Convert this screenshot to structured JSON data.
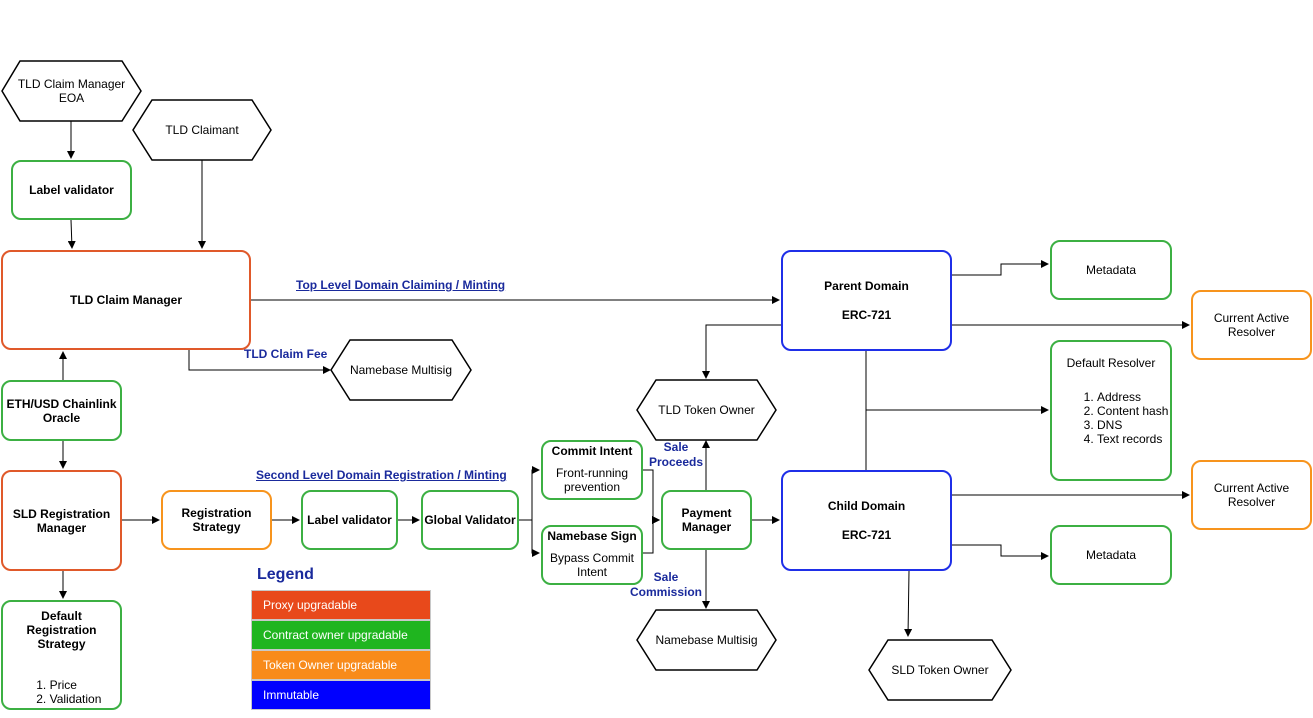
{
  "nodes": {
    "claim_eoa": "TLD Claim Manager\nEOA",
    "claimant": "TLD Claimant",
    "label_validator_top": "Label validator",
    "tld_claim_manager": "TLD Claim Manager",
    "oracle": "ETH/USD Chainlink\nOracle",
    "sld_registration_manager": "SLD Registration\nManager",
    "default_strategy_title": "Default\nRegistration\nStrategy",
    "default_strategy_items": [
      "Price",
      "Validation"
    ],
    "registration_strategy": "Registration\nStrategy",
    "label_validator": "Label validator",
    "global_validator": "Global Validator",
    "commit_intent_title": "Commit Intent",
    "commit_intent_sub": "Front-running\nprevention",
    "namebase_sign_title": "Namebase Sign",
    "namebase_sign_sub": "Bypass Commit\nIntent",
    "payment_manager": "Payment\nManager",
    "namebase_multisig_top": "Namebase Multisig",
    "namebase_multisig_bottom": "Namebase Multisig",
    "tld_token_owner": "TLD Token Owner",
    "sld_token_owner": "SLD Token Owner",
    "parent_domain_title": "Parent Domain",
    "parent_domain_sub": "ERC-721",
    "child_domain_title": "Child Domain",
    "child_domain_sub": "ERC-721",
    "metadata_top": "Metadata",
    "metadata_bottom": "Metadata",
    "current_resolver_top": "Current Active\nResolver",
    "current_resolver_bottom": "Current Active\nResolver",
    "default_resolver_title": "Default Resolver",
    "default_resolver_items": [
      "Address",
      "Content hash",
      "DNS",
      "Text records"
    ]
  },
  "edge_labels": {
    "tld_minting": "Top Level Domain Claiming / Minting",
    "sld_minting": "Second Level Domain Registration / Minting",
    "tld_claim_fee": "TLD Claim Fee",
    "sale_proceeds": "Sale\nProceeds",
    "sale_commission": "Sale\nCommission"
  },
  "legend": {
    "title": "Legend",
    "items": [
      {
        "label": "Proxy upgradable",
        "color": "#e8491b"
      },
      {
        "label": "Contract owner upgradable",
        "color": "#1fb51f"
      },
      {
        "label": "Token Owner upgradable",
        "color": "#f88b1a"
      },
      {
        "label": "Immutable",
        "color": "#0000ff"
      }
    ]
  },
  "colors": {
    "proxy_border": "#e0592a",
    "owner_border": "#3cb043",
    "token_owner_border": "#f7941d",
    "immutable_border": "#1f2fe8",
    "edge_label": "#1a2a9c"
  }
}
